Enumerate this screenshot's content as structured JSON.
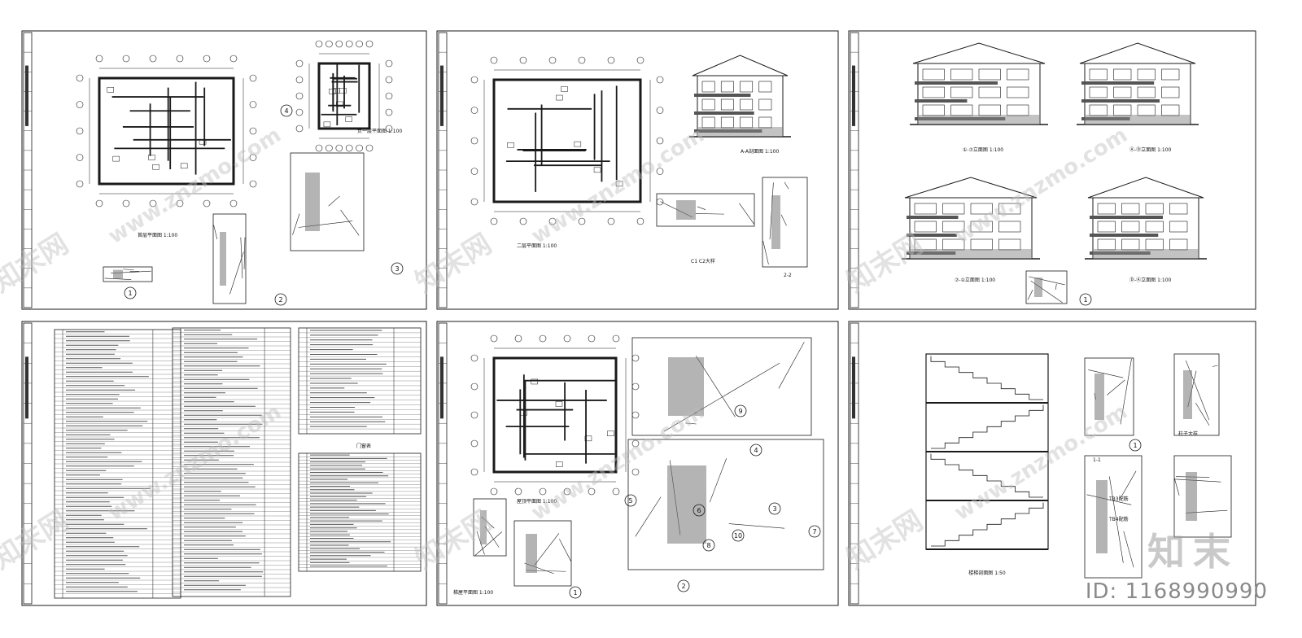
{
  "sheets": [
    {
      "title": "首层平面图",
      "scale": "1:100",
      "captions": [
        "负一层平面图 1:100"
      ],
      "details": [
        "1",
        "2",
        "3",
        "4"
      ]
    },
    {
      "title": "二层平面图",
      "scale": "1:100",
      "captions": [
        "A-A剖面图 1:100",
        "C1 C2大样",
        "2-2"
      ],
      "details": []
    },
    {
      "title": "立面图",
      "scale": "1:100",
      "captions": [
        "①-⑦立面图 1:100",
        "Ⓐ-Ⓓ立面图 1:100",
        "⑦-①立面图 1:100",
        "Ⓓ-Ⓐ立面图 1:100"
      ],
      "details": [
        "1"
      ]
    },
    {
      "title": "设计说明",
      "scale": "",
      "captions": [
        "门窗表"
      ],
      "details": []
    },
    {
      "title": "屋顶平面图",
      "scale": "1:100",
      "captions": [
        "梯屋平面图 1:100"
      ],
      "details": [
        "1",
        "2",
        "3",
        "4",
        "5",
        "6",
        "7",
        "8",
        "9",
        "10"
      ]
    },
    {
      "title": "楼梯剖面图",
      "scale": "1:50",
      "captions": [
        "1-1",
        "TB4配筋",
        "TB3配筋",
        "柱子大样"
      ],
      "details": [
        "1"
      ]
    }
  ],
  "watermark": {
    "url_text": "www.znzmo.com",
    "cn_text": "知末网"
  },
  "brand_logo": "知末",
  "image_id": "ID: 1168990990",
  "colors": {
    "background": "#ffffff",
    "line": "#1a1a1a",
    "watermark": "#bfbfbf"
  }
}
